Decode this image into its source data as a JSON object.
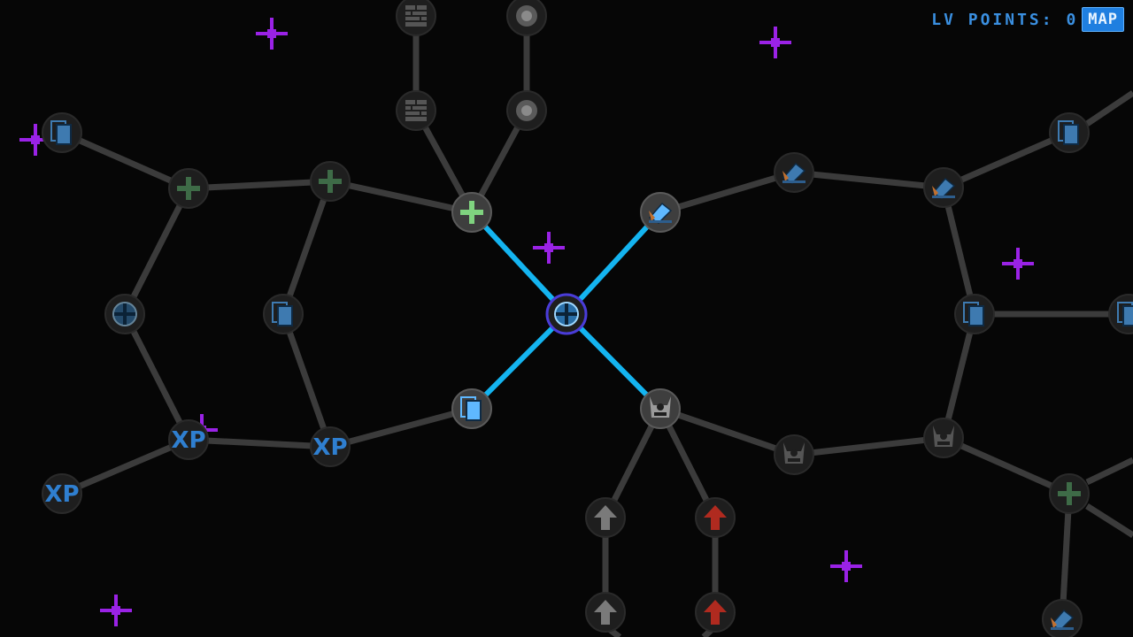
{
  "hud": {
    "lv_points_label": "LV POINTS: 0",
    "map_button_label": "MAP"
  },
  "colors": {
    "active_link": "#14b4f0",
    "inactive_link": "#3b3b3b",
    "node_fill": "#1e1e1e",
    "selected_ring": "#4a3cd8",
    "star": "#9a22e6",
    "hud_text": "#3a8fe0",
    "map_button": "#1f7fe0"
  },
  "skill_tree": {
    "nodes": [
      {
        "id": "center",
        "icon": "health-shield-icon",
        "state": "selected"
      },
      {
        "id": "n_up",
        "icon": "green-plus-icon",
        "state": "available"
      },
      {
        "id": "n_right_up",
        "icon": "scroll-icon",
        "state": "available"
      },
      {
        "id": "n_down_left",
        "icon": "cards-icon",
        "state": "available"
      },
      {
        "id": "n_down_right",
        "icon": "monster-icon",
        "state": "available"
      },
      {
        "id": "brick1",
        "icon": "brick-wall-icon",
        "state": "locked"
      },
      {
        "id": "brick2",
        "icon": "brick-wall-icon",
        "state": "locked"
      },
      {
        "id": "orb1",
        "icon": "orb-icon",
        "state": "locked"
      },
      {
        "id": "orb2",
        "icon": "orb-icon",
        "state": "locked"
      },
      {
        "id": "plusL2",
        "icon": "green-plus-icon",
        "state": "locked"
      },
      {
        "id": "plusL1",
        "icon": "green-plus-icon",
        "state": "locked"
      },
      {
        "id": "cardsTL",
        "icon": "cards-icon",
        "state": "locked"
      },
      {
        "id": "shieldL",
        "icon": "health-shield-icon",
        "state": "locked"
      },
      {
        "id": "cardsL",
        "icon": "cards-icon",
        "state": "locked"
      },
      {
        "id": "xpL2",
        "icon": "xp-icon",
        "state": "locked"
      },
      {
        "id": "xpL1",
        "icon": "xp-icon",
        "state": "locked"
      },
      {
        "id": "xpL3",
        "icon": "xp-icon",
        "state": "locked"
      },
      {
        "id": "scrollR1",
        "icon": "scroll-icon",
        "state": "locked"
      },
      {
        "id": "scrollR2",
        "icon": "scroll-icon",
        "state": "locked"
      },
      {
        "id": "cardsTR",
        "icon": "cards-icon",
        "state": "locked"
      },
      {
        "id": "cardsR",
        "icon": "cards-icon",
        "state": "locked"
      },
      {
        "id": "cardsRE",
        "icon": "cards-icon",
        "state": "locked"
      },
      {
        "id": "monR1",
        "icon": "monster-icon",
        "state": "locked"
      },
      {
        "id": "monR2",
        "icon": "monster-icon",
        "state": "locked"
      },
      {
        "id": "plusBR",
        "icon": "green-plus-icon",
        "state": "locked"
      },
      {
        "id": "scrollBR",
        "icon": "scroll-icon",
        "state": "locked"
      },
      {
        "id": "arrowG1",
        "icon": "grey-arrow-icon",
        "state": "locked"
      },
      {
        "id": "arrowG2",
        "icon": "grey-arrow-icon",
        "state": "locked"
      },
      {
        "id": "arrowR1",
        "icon": "red-arrow-icon",
        "state": "locked"
      },
      {
        "id": "arrowR2",
        "icon": "red-arrow-icon",
        "state": "locked"
      }
    ],
    "links": [
      [
        "center",
        "n_up",
        true
      ],
      [
        "center",
        "n_right_up",
        true
      ],
      [
        "center",
        "n_down_left",
        true
      ],
      [
        "center",
        "n_down_right",
        true
      ],
      [
        "n_up",
        "brick1",
        false
      ],
      [
        "brick1",
        "brick2",
        false
      ],
      [
        "n_up",
        "orb1",
        false
      ],
      [
        "orb1",
        "orb2",
        false
      ],
      [
        "n_up",
        "plusL1",
        false
      ],
      [
        "plusL1",
        "plusL2",
        false
      ],
      [
        "plusL2",
        "cardsTL",
        false
      ],
      [
        "plusL2",
        "shieldL",
        false
      ],
      [
        "shieldL",
        "xpL2",
        false
      ],
      [
        "xpL2",
        "xpL3",
        false
      ],
      [
        "xpL2",
        "xpL1",
        false
      ],
      [
        "plusL1",
        "cardsL",
        false
      ],
      [
        "cardsL",
        "xpL1",
        false
      ],
      [
        "xpL1",
        "n_down_left",
        false
      ],
      [
        "n_right_up",
        "scrollR1",
        false
      ],
      [
        "scrollR1",
        "scrollR2",
        false
      ],
      [
        "scrollR2",
        "cardsTR",
        false
      ],
      [
        "scrollR2",
        "cardsR",
        false
      ],
      [
        "cardsR",
        "cardsRE",
        false
      ],
      [
        "cardsR",
        "monR2",
        false
      ],
      [
        "n_down_right",
        "monR1",
        false
      ],
      [
        "monR1",
        "monR2",
        false
      ],
      [
        "monR2",
        "plusBR",
        false
      ],
      [
        "plusBR",
        "scrollBR",
        false
      ],
      [
        "n_down_right",
        "arrowG1",
        false
      ],
      [
        "arrowG1",
        "arrowG2",
        false
      ],
      [
        "n_down_right",
        "arrowR1",
        false
      ],
      [
        "arrowR1",
        "arrowR2",
        false
      ]
    ]
  }
}
